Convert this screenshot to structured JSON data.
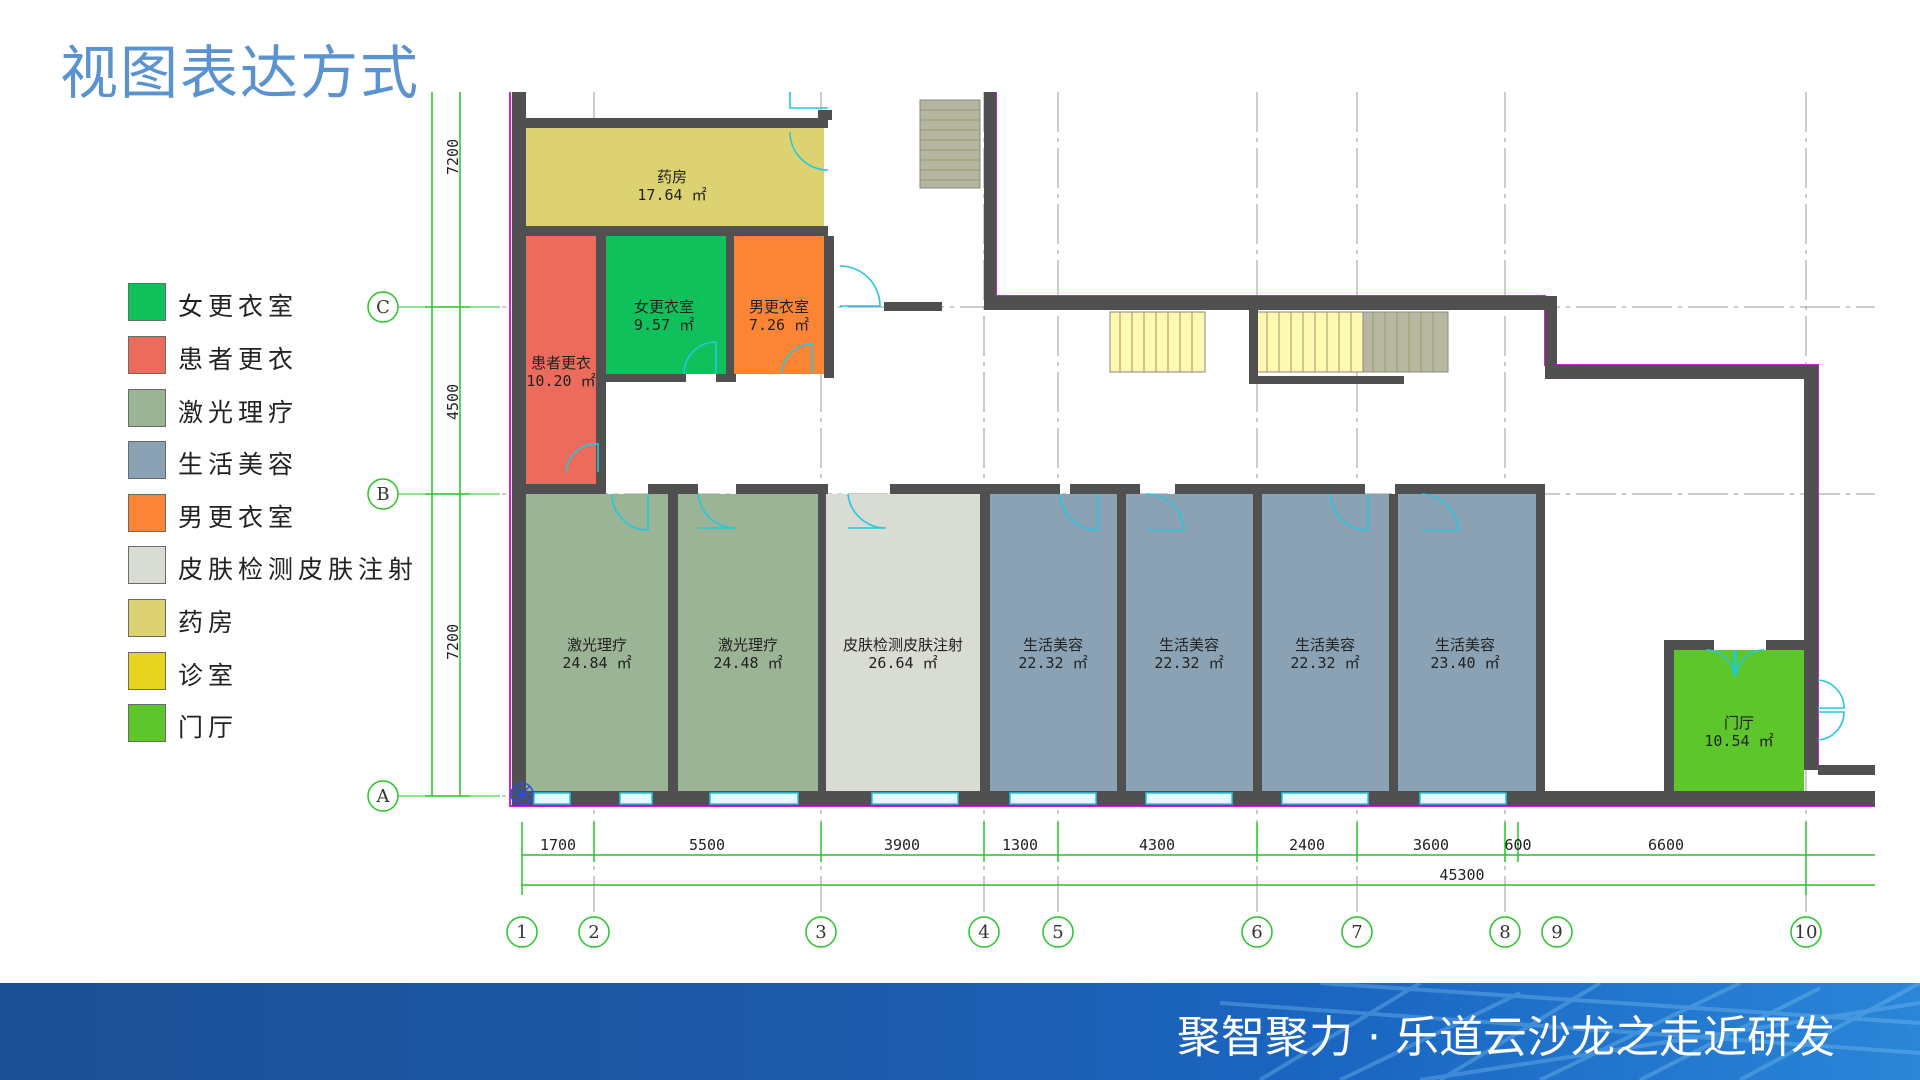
{
  "slide": {
    "title": "视图表达方式",
    "footer": "聚智聚力 · 乐道云沙龙之走近研发"
  },
  "legend": [
    {
      "label": "女更衣室",
      "color": "#10c05a"
    },
    {
      "label": "患者更衣",
      "color": "#ec6b5c"
    },
    {
      "label": "激光理疗",
      "color": "#9bb495"
    },
    {
      "label": "生活美容",
      "color": "#8aa2b4"
    },
    {
      "label": "男更衣室",
      "color": "#fb8534"
    },
    {
      "label": "皮肤检测皮肤注射",
      "color": "#d8dcd2"
    },
    {
      "label": "药房",
      "color": "#dcd272"
    },
    {
      "label": "诊室",
      "color": "#e6d41e"
    },
    {
      "label": "门厅",
      "color": "#5cc62a"
    }
  ],
  "rooms": {
    "pharmacy": {
      "name": "药房",
      "area": "17.64 ㎡"
    },
    "female_locker": {
      "name": "女更衣室",
      "area": "9.57 ㎡"
    },
    "male_locker": {
      "name": "男更衣室",
      "area": "7.26 ㎡"
    },
    "patient_change": {
      "name": "患者更衣",
      "area": "10.20 ㎡"
    },
    "laser1": {
      "name": "激光理疗",
      "area": "24.84 ㎡"
    },
    "laser2": {
      "name": "激光理疗",
      "area": "24.48 ㎡"
    },
    "skin": {
      "name": "皮肤检测皮肤注射",
      "area": "26.64 ㎡"
    },
    "beauty1": {
      "name": "生活美容",
      "area": "22.32 ㎡"
    },
    "beauty2": {
      "name": "生活美容",
      "area": "22.32 ㎡"
    },
    "beauty3": {
      "name": "生活美容",
      "area": "22.32 ㎡"
    },
    "beauty4": {
      "name": "生活美容",
      "area": "23.40 ㎡"
    },
    "lobby": {
      "name": "门厅",
      "area": "10.54 ㎡"
    }
  },
  "dimensions": {
    "vertical": [
      "7200",
      "4500",
      "7200"
    ],
    "horizontal": [
      "1700",
      "5500",
      "3900",
      "1300",
      "4300",
      "2400",
      "3600",
      "600",
      "6600"
    ],
    "total": "45300"
  },
  "grid_rows": [
    "C",
    "B",
    "A"
  ],
  "grid_cols": [
    "1",
    "2",
    "3",
    "4",
    "5",
    "6",
    "7",
    "8",
    "9",
    "10"
  ]
}
